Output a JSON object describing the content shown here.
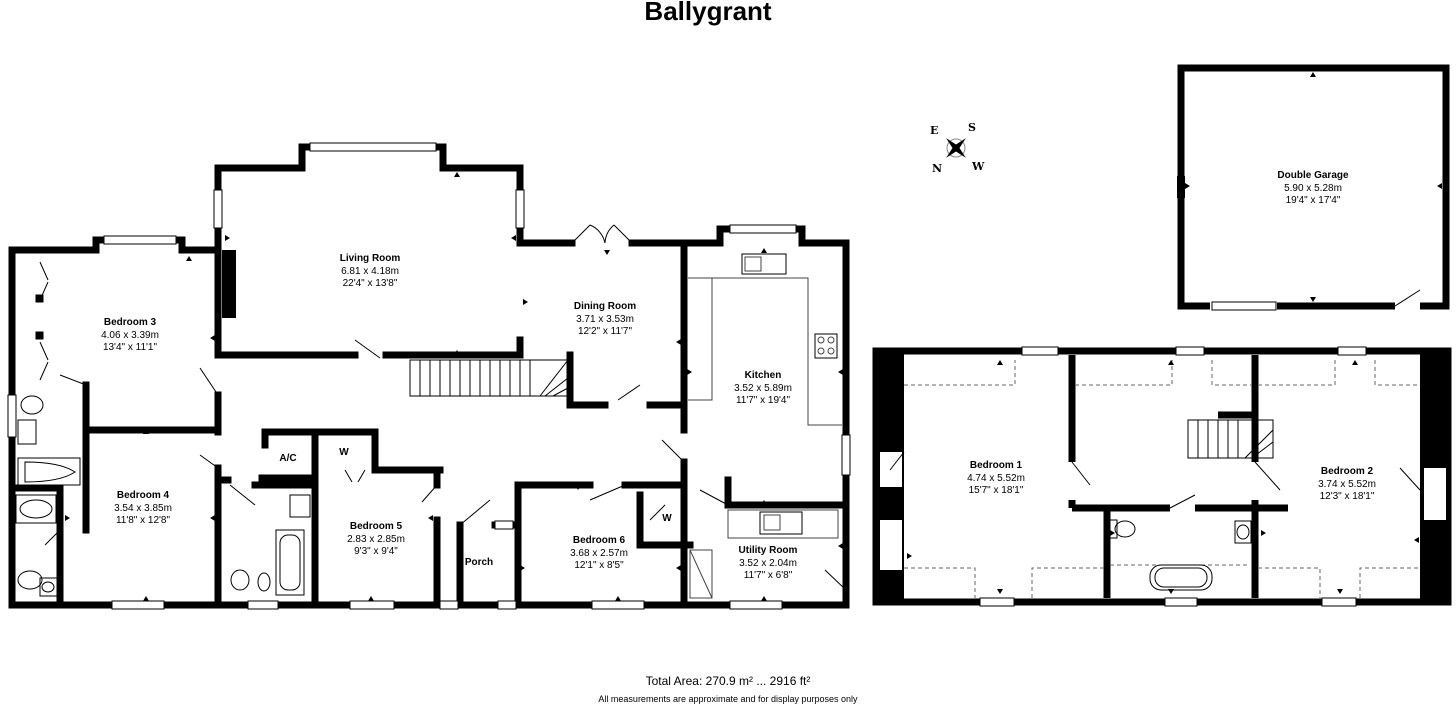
{
  "title": "Ballygrant",
  "rooms": {
    "living": {
      "name": "Living Room",
      "metric": "6.81 x 4.18m",
      "imperial": "22'4\" x 13'8\""
    },
    "dining": {
      "name": "Dining Room",
      "metric": "3.71 x 3.53m",
      "imperial": "12'2\" x 11'7\""
    },
    "bedroom3": {
      "name": "Bedroom 3",
      "metric": "4.06 x 3.39m",
      "imperial": "13'4\" x 11'1\""
    },
    "kitchen": {
      "name": "Kitchen",
      "metric": "3.52 x 5.89m",
      "imperial": "11'7\" x 19'4\""
    },
    "bedroom4": {
      "name": "Bedroom 4",
      "metric": "3.54 x 3.85m",
      "imperial": "11'8\" x 12'8\""
    },
    "bedroom5": {
      "name": "Bedroom 5",
      "metric": "2.83 x 2.85m",
      "imperial": "9'3\" x 9'4\""
    },
    "bedroom6": {
      "name": "Bedroom 6",
      "metric": "3.68 x 2.57m",
      "imperial": "12'1\" x 8'5\""
    },
    "utility": {
      "name": "Utility Room",
      "metric": "3.52 x 2.04m",
      "imperial": "11'7\" x 6'8\""
    },
    "porch": {
      "name": "Porch"
    },
    "ac": {
      "name": "A/C"
    },
    "w1": {
      "name": "W"
    },
    "w2": {
      "name": "W"
    },
    "garage": {
      "name": "Double Garage",
      "metric": "5.90 x 5.28m",
      "imperial": "19'4\" x 17'4\""
    },
    "bedroom1": {
      "name": "Bedroom 1",
      "metric": "4.74 x 5.52m",
      "imperial": "15'7\" x 18'1\""
    },
    "bedroom2": {
      "name": "Bedroom 2",
      "metric": "3.74 x 5.52m",
      "imperial": "12'3\" x 18'1\""
    }
  },
  "compass": {
    "n": "N",
    "e": "E",
    "s": "S",
    "w": "W"
  },
  "footer": {
    "total_area": "Total Area: 270.9 m² ... 2916 ft²",
    "note": "All measurements are approximate and for display purposes only"
  },
  "colors": {
    "wall": "#000000",
    "line": "#555555",
    "window": "#ffffff"
  }
}
